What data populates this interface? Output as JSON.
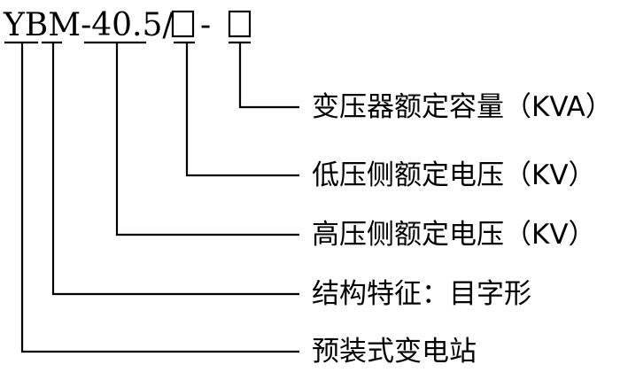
{
  "model_code": {
    "prefix": "YBM-40.5/",
    "separator": "-",
    "placeholder_glyph": "□"
  },
  "labels": [
    "变压器额定容量（KVA）",
    "低压侧额定电压（KV）",
    "高压侧额定电压（KV）",
    "结构特征：目字形",
    "预装式变电站"
  ]
}
